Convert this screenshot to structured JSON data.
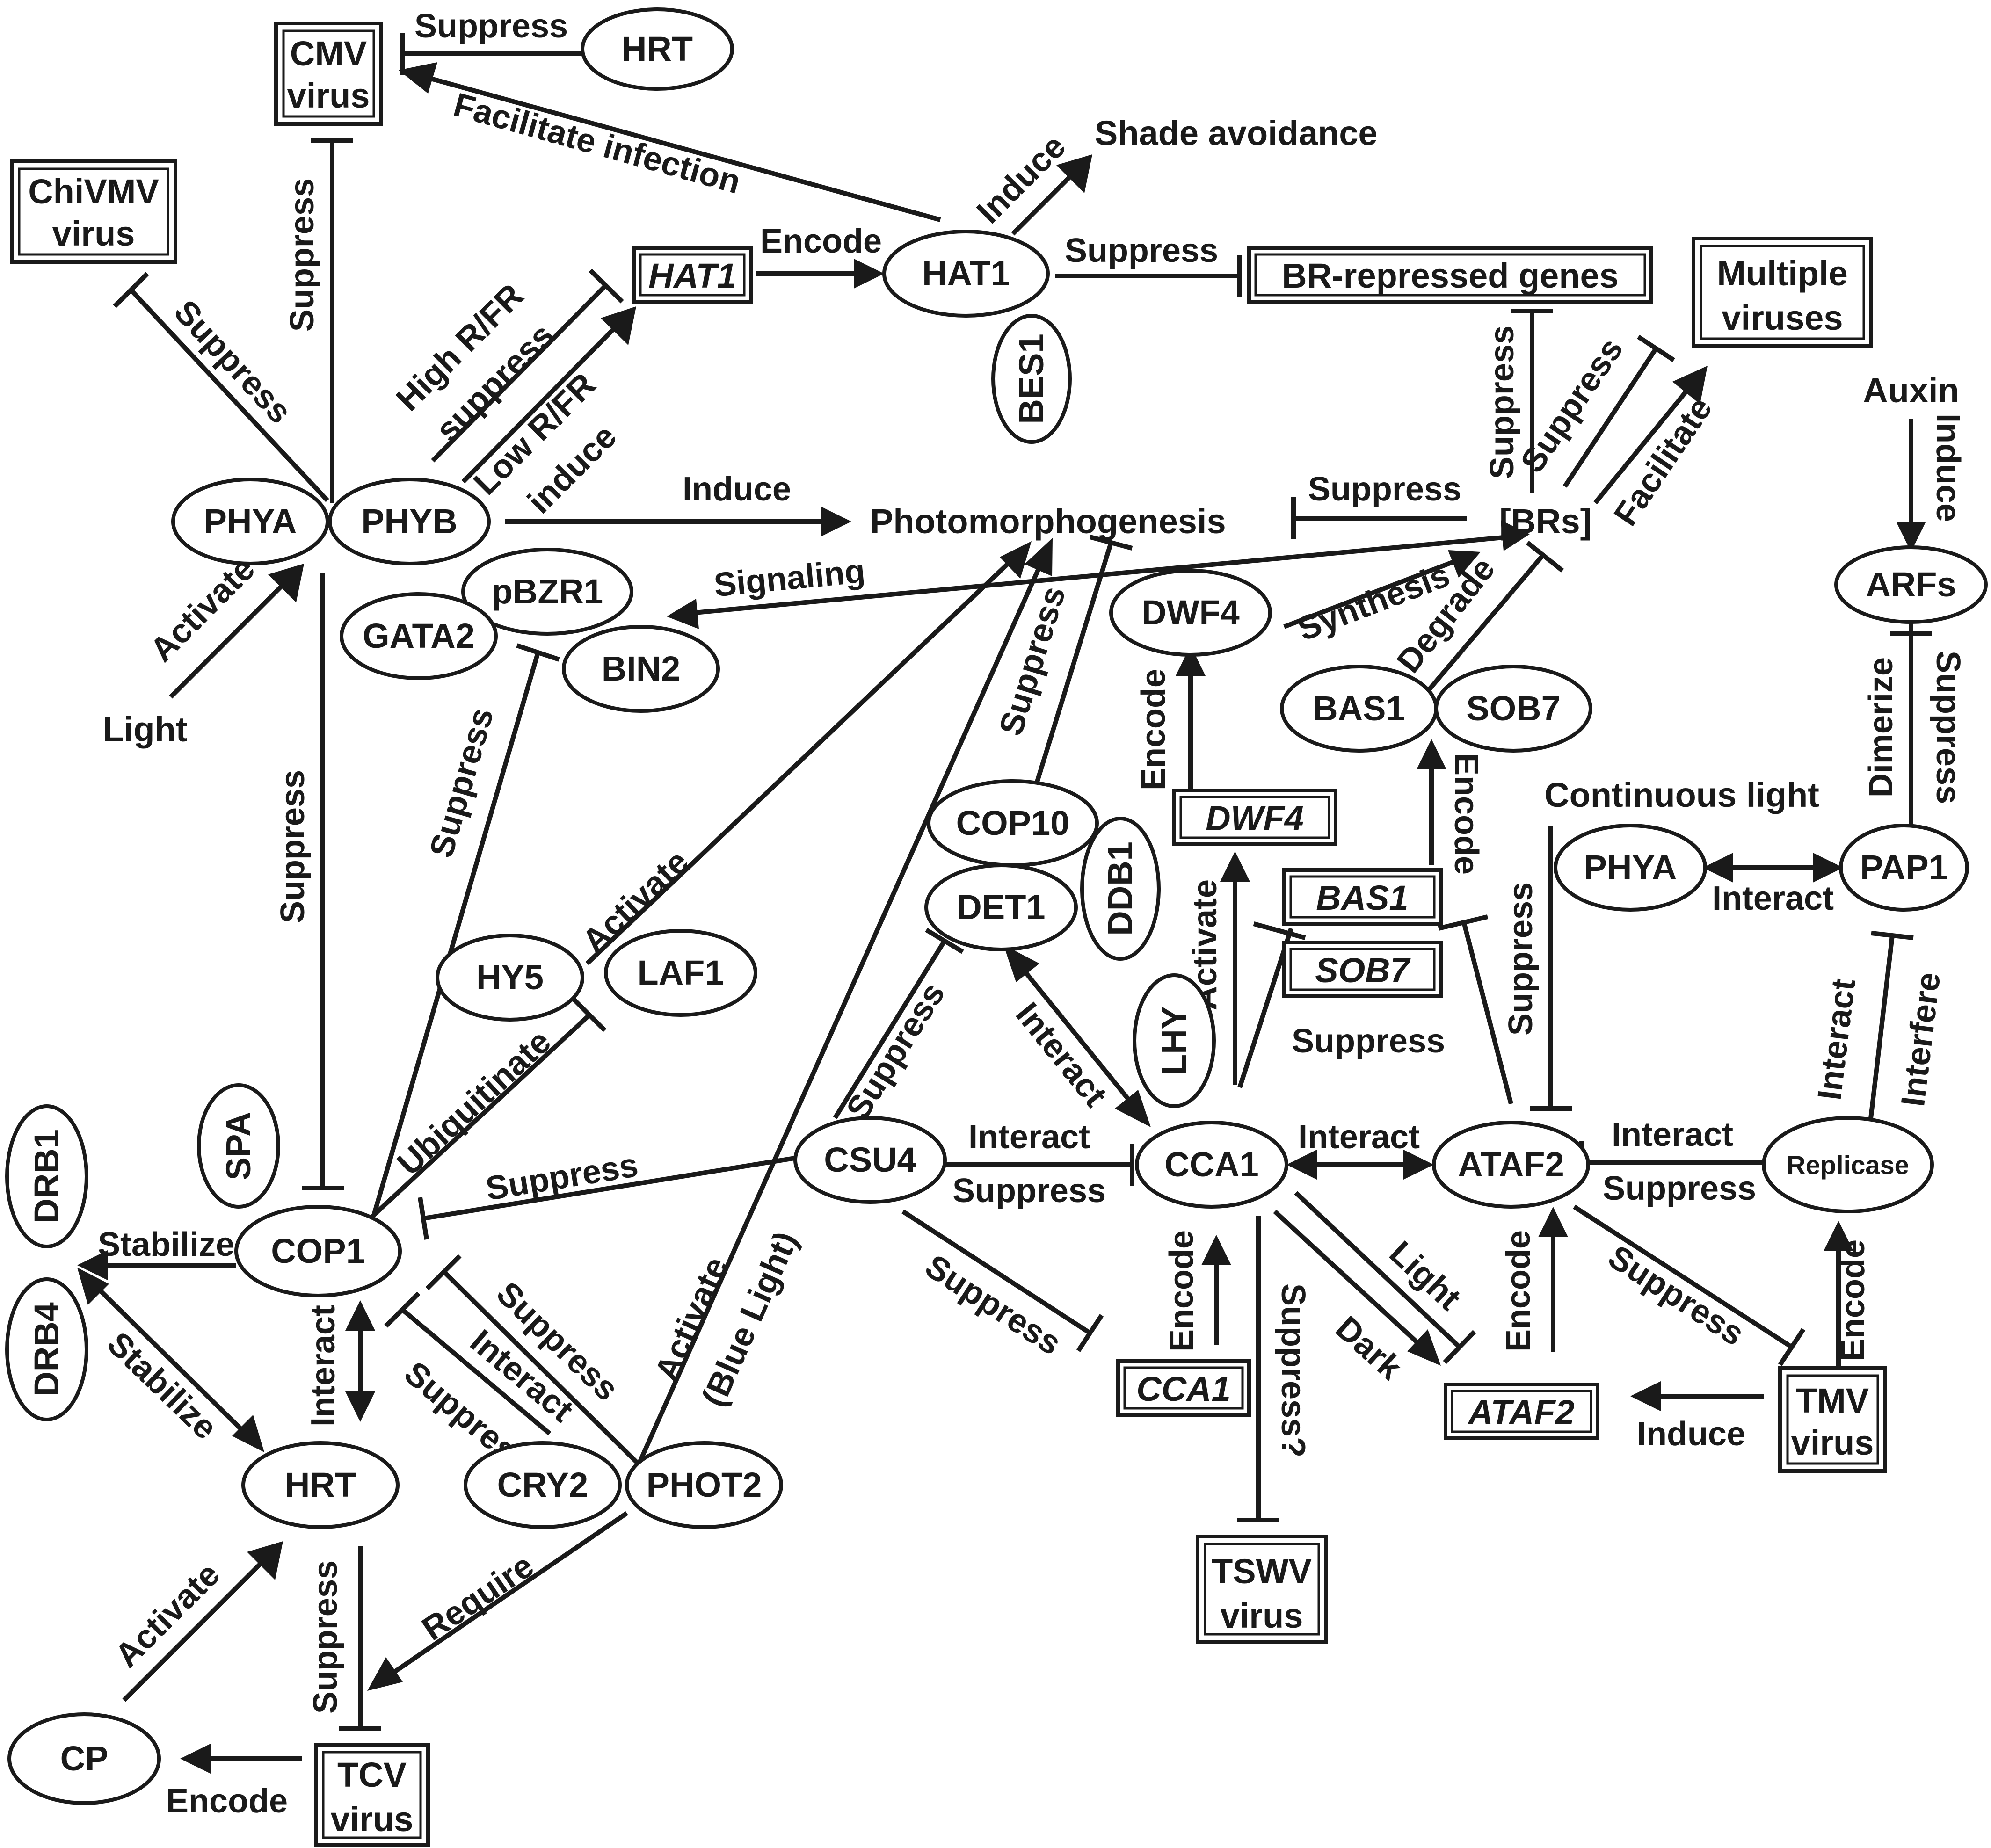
{
  "nodes": {
    "cmv_virus": [
      "CMV",
      "virus"
    ],
    "hrt_top": "HRT",
    "chivmv_virus": [
      "ChiVMV",
      "virus"
    ],
    "hat1_gene": "HAT1",
    "hat1": "HAT1",
    "bes1": "BES1",
    "shade_avoidance": "Shade avoidance",
    "br_repressed_genes": "BR-repressed genes",
    "multiple_viruses": [
      "Multiple",
      "viruses"
    ],
    "auxin": "Auxin",
    "phya_left": "PHYA",
    "phyb": "PHYB",
    "photomorphogenesis": "Photomorphogenesis",
    "brs": "[BRs]",
    "arfs": "ARFs",
    "light": "Light",
    "pbzr1": "pBZR1",
    "gata2": "GATA2",
    "bin2": "BIN2",
    "dwf4": "DWF4",
    "bas1": "BAS1",
    "sob7": "SOB7",
    "dwf4_gene": "DWF4",
    "bas1_gene": "BAS1",
    "sob7_gene": "SOB7",
    "cop10": "COP10",
    "det1": "DET1",
    "ddb1": "DDB1",
    "continuous_light": "Continuous light",
    "phya_right": "PHYA",
    "pap1": "PAP1",
    "hy5": "HY5",
    "laf1": "LAF1",
    "lhy": "LHY",
    "spa": "SPA",
    "drb1": "DRB1",
    "drb4": "DRB4",
    "cop1": "COP1",
    "csu4": "CSU4",
    "cca1": "CCA1",
    "ataf2": "ATAF2",
    "replicase": "Replicase",
    "cca1_gene": "CCA1",
    "ataf2_gene": "ATAF2",
    "tmv_virus": [
      "TMV",
      "virus"
    ],
    "hrt_bottom": "HRT",
    "cry2": "CRY2",
    "phot2": "PHOT2",
    "tswv_virus": [
      "TSWV",
      "virus"
    ],
    "cp": "CP",
    "tcv_virus": [
      "TCV",
      "virus"
    ]
  },
  "edge_labels": {
    "hrt_suppress_cmv": "Suppress",
    "hat1_facilitate_cmv": "Facilitate infection",
    "phy_suppress_cmv": "Suppress",
    "phya_suppress_chivmv": "Suppress",
    "high_rfr": "High R/FR",
    "high_rfr_suppress": "suppress",
    "low_rfr": "Low R/FR",
    "low_rfr_induce": "induce",
    "hat1_encode": "Encode",
    "hat1_induce_shade": "Induce",
    "hat1_suppress_br": "Suppress",
    "brs_suppress_br_genes": "Suppress",
    "brs_suppress_multi": "Suppress",
    "brs_facilitate_multi": "Facilitate",
    "auxin_induce": "Induce",
    "phyb_induce_photo": "Induce",
    "brs_suppress_photo": "Suppress",
    "signaling": "Signaling",
    "light_activate": "Activate",
    "dwf4_synthesis": "Synthesis",
    "degrade": "Degrade",
    "arfs_dimerize": "Dimerize",
    "pap1_suppress_arfs": "Suppress",
    "suppress_bin2": "Suppress",
    "cop10_suppress_photo": "Suppress",
    "dwf4_encode": "Encode",
    "bas1_encode": "Encode",
    "hy5_activate": "Activate",
    "cca1_activate_dwf4": "Activate",
    "cl_suppress": "Suppress",
    "phya_pap1_interact": "Interact",
    "cop1_suppress_phy": "Suppress",
    "csu4_suppress_det1": "Suppress",
    "det1_cca1_interact": "Interact",
    "cca1_suppress_bas1": "Suppress",
    "interact_rep": "Interact",
    "interfere": "Interfere",
    "ubiquitinate": "Ubiquitinate",
    "csu4_suppress_cop1": "Suppress",
    "csu4_interact_cca1": "Interact",
    "csu4_suppress_cca1": "Suppress",
    "cca1_ataf2_interact": "Interact",
    "rep_interact_ataf2": "Interact",
    "rep_suppress_ataf2": "Suppress",
    "stabilize_drb1": "Stabilize",
    "stabilize_drb4": "Stabilize",
    "cop1_hrt_interact": "Interact",
    "cry2_suppress": "Suppress",
    "cry2_interact": "Interact",
    "phot2_suppress": "Suppress",
    "phot2_activate": "Activate",
    "blue_light": "(Blue Light)",
    "csu4_suppress_cca1_gene": "Suppress",
    "cca1_encode": "Encode",
    "cca1_suppress_tswv": "Suppress?",
    "dark": "Dark",
    "light_ataf2": "Light",
    "ataf2_encode": "Encode",
    "ataf2_suppress_tmv": "Suppress",
    "tmv_encode_rep": "Encode",
    "tmv_induce_ataf2": "Induce",
    "cp_activate_hrt": "Activate",
    "hrt_suppress_tcv": "Suppress",
    "phot2_require": "Require",
    "tcv_encode_cp": "Encode"
  }
}
